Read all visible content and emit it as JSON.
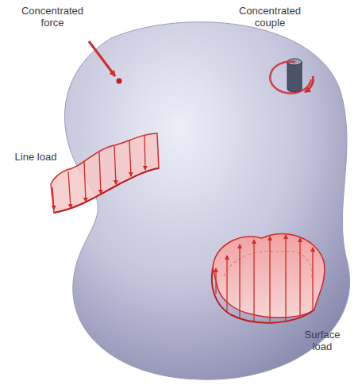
{
  "diagram": {
    "labels": [
      "Concentrated force",
      "Concentrated couple",
      "Line load",
      "Surface load"
    ]
  }
}
